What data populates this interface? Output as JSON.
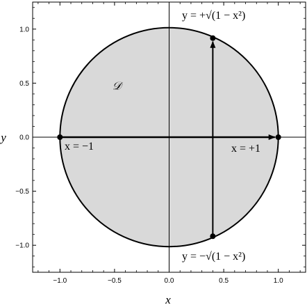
{
  "figure": {
    "x_axis_label": "x",
    "y_axis_label": "y",
    "x_ticks": [
      -1.0,
      -0.5,
      0.0,
      0.5,
      1.0
    ],
    "x_tick_labels": [
      "−1.0",
      "−0.5",
      "0.0",
      "0.5",
      "1.0"
    ],
    "y_ticks": [
      1.0,
      0.5,
      0.0,
      -0.5,
      -1.0
    ],
    "y_tick_labels": [
      "1.0",
      "0.5",
      "0.0",
      "−0.5",
      "−1.0"
    ],
    "xlim": [
      -1.25,
      1.25
    ],
    "ylim": [
      -1.25,
      1.25
    ],
    "region": {
      "label": "𝒟",
      "fill": "#d9d9d9",
      "center": [
        0,
        0
      ],
      "radius": 1
    },
    "horizontal_arrow": {
      "from": [
        -1,
        0
      ],
      "to": [
        1,
        0
      ]
    },
    "vertical_arrow": {
      "from": [
        0.4,
        -0.9165
      ],
      "to": [
        0.4,
        0.9165
      ]
    },
    "points": [
      [
        -1,
        0
      ],
      [
        1,
        0
      ],
      [
        0.4,
        0.9165
      ],
      [
        0.4,
        -0.9165
      ]
    ],
    "annotations": {
      "left_limit": "x = −1",
      "right_limit": "x = +1",
      "upper_curve": "y = +√(1 − x²)",
      "lower_curve": "y = −√(1 − x²)"
    }
  }
}
